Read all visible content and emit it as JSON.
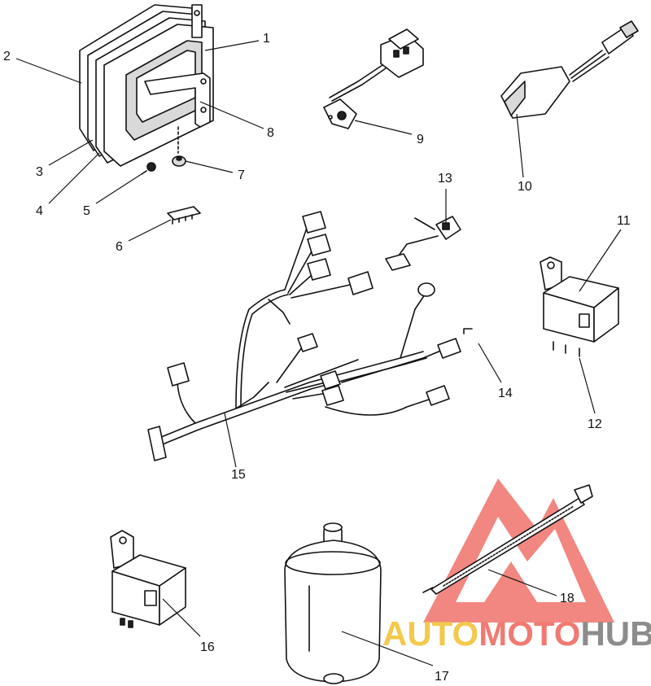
{
  "diagram": {
    "callouts": [
      "1",
      "2",
      "3",
      "4",
      "5",
      "6",
      "7",
      "8",
      "9",
      "10",
      "11",
      "12",
      "13",
      "14",
      "15",
      "16",
      "17",
      "18"
    ]
  },
  "watermark": {
    "part1": "AUTO",
    "part2": "MOTO",
    "part3": "HUB",
    "colors": {
      "auto": "#f2c94c",
      "moto": "#f07a72",
      "hub": "#8c8c8c"
    }
  }
}
